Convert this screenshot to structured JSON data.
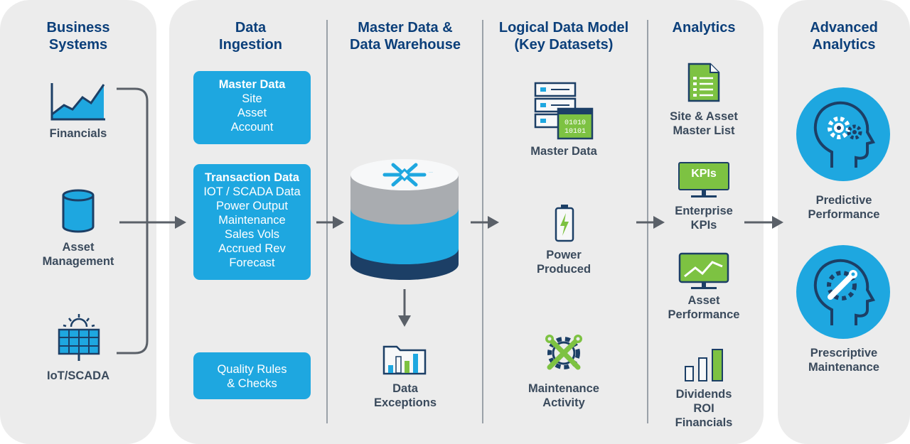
{
  "columns": {
    "business": [
      "Business",
      "Systems"
    ],
    "ingestion": [
      "Data",
      "Ingestion"
    ],
    "warehouse": [
      "Master Data &",
      "Data Warehouse"
    ],
    "logical": [
      "Logical Data Model",
      "(Key Datasets)"
    ],
    "analytics": [
      "Analytics"
    ],
    "advanced": [
      "Advanced",
      "Analytics"
    ]
  },
  "business_systems": [
    {
      "label": [
        "Financials"
      ],
      "icon": "line-chart-icon"
    },
    {
      "label": [
        "Asset",
        "Management"
      ],
      "icon": "cylinder-icon"
    },
    {
      "label": [
        "IoT/SCADA"
      ],
      "icon": "solar-panel-icon"
    }
  ],
  "ingestion_boxes": [
    {
      "title": "Master Data",
      "lines": [
        "Site",
        "Asset",
        "Account"
      ]
    },
    {
      "title": "Transaction Data",
      "lines": [
        "IOT / SCADA Data",
        "Power Output",
        "Maintenance",
        "Sales Vols",
        "Accrued Rev",
        "Forecast"
      ]
    },
    {
      "title": "",
      "lines": [
        "Quality Rules",
        "& Checks"
      ]
    }
  ],
  "warehouse": {
    "database_icon": "snowflake-database-icon",
    "exceptions": {
      "label": [
        "Data",
        "Exceptions"
      ],
      "icon": "folder-chart-icon"
    }
  },
  "logical_model": [
    {
      "label": [
        "Master Data"
      ],
      "icon": "server-binary-icon"
    },
    {
      "label": [
        "Power",
        "Produced"
      ],
      "icon": "battery-icon"
    },
    {
      "label": [
        "Maintenance",
        "Activity"
      ],
      "icon": "wrench-gear-icon"
    }
  ],
  "analytics": [
    {
      "label": [
        "Site & Asset",
        "Master List"
      ],
      "icon": "checklist-document-icon"
    },
    {
      "label": [
        "Enterprise",
        "KPIs"
      ],
      "icon": "kpi-monitor-icon",
      "icon_text": "KPIs"
    },
    {
      "label": [
        "Asset",
        "Performance"
      ],
      "icon": "trend-monitor-icon"
    },
    {
      "label": [
        "Dividends",
        "ROI",
        "Financials"
      ],
      "icon": "bar-chart-icon"
    }
  ],
  "advanced_analytics": [
    {
      "label": [
        "Predictive",
        "Performance"
      ],
      "icon": "head-gears-icon"
    },
    {
      "label": [
        "Prescriptive",
        "Maintenance"
      ],
      "icon": "head-wrench-icon"
    }
  ],
  "colors": {
    "heading": "#0b3f7a",
    "label": "#3a4a5c",
    "accent_blue": "#1ea7e0",
    "accent_green": "#7dc242",
    "navy": "#1c3f66",
    "panel": "#ececec",
    "arrow": "#5a6068"
  }
}
